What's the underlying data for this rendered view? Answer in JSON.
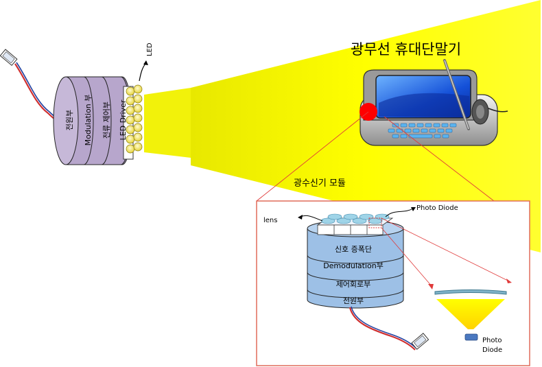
{
  "title": "광무선 휴대단말기",
  "module_label": "광수신기 모듈",
  "transmitter": {
    "led_label": "LED",
    "layers": [
      "전원부",
      "Modulation 부",
      "전류 제어부",
      "LED Driver"
    ]
  },
  "receiver": {
    "lens_label": "lens",
    "photo_diode_label": "Photo Diode",
    "layers": [
      "신호 증폭단",
      "Demodulation부",
      "제어회로부",
      "전원부"
    ],
    "detail_label_line1": "Photo",
    "detail_label_line2": "Diode"
  },
  "colors": {
    "beam": "#ffff00",
    "transmitter_cylinder": "#b7a6cc",
    "receiver_cylinder": "#9dc0e6",
    "module_border": "#e06b5a",
    "marker": "#ff0000"
  }
}
